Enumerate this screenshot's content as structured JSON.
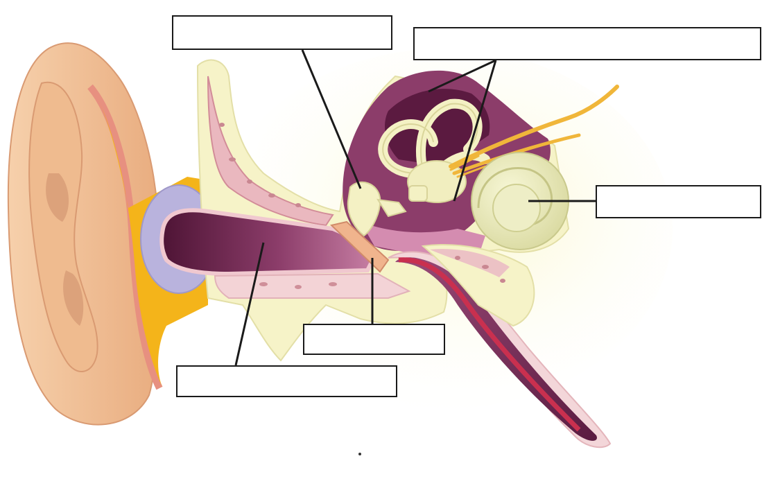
{
  "diagram": {
    "labels": [
      {
        "id": "top-left",
        "text": ""
      },
      {
        "id": "top-right",
        "text": ""
      },
      {
        "id": "right",
        "text": ""
      },
      {
        "id": "bottom-middle",
        "text": ""
      },
      {
        "id": "bottom-left",
        "text": ""
      }
    ]
  },
  "colors": {
    "skin": "#f2c49b",
    "skin_dark": "#e3a57a",
    "cartilage_orange": "#f4b41a",
    "lavender": "#b9b3dd",
    "bone_cream": "#f6f3c8",
    "canal_purple": "#8c3d6a",
    "canal_dark": "#4e1435",
    "pink": "#e8b7c0",
    "tube_red": "#c9304f",
    "cochlea": "#e9e9b8",
    "nerve": "#f0b63a",
    "line": "#1a1a1a"
  }
}
